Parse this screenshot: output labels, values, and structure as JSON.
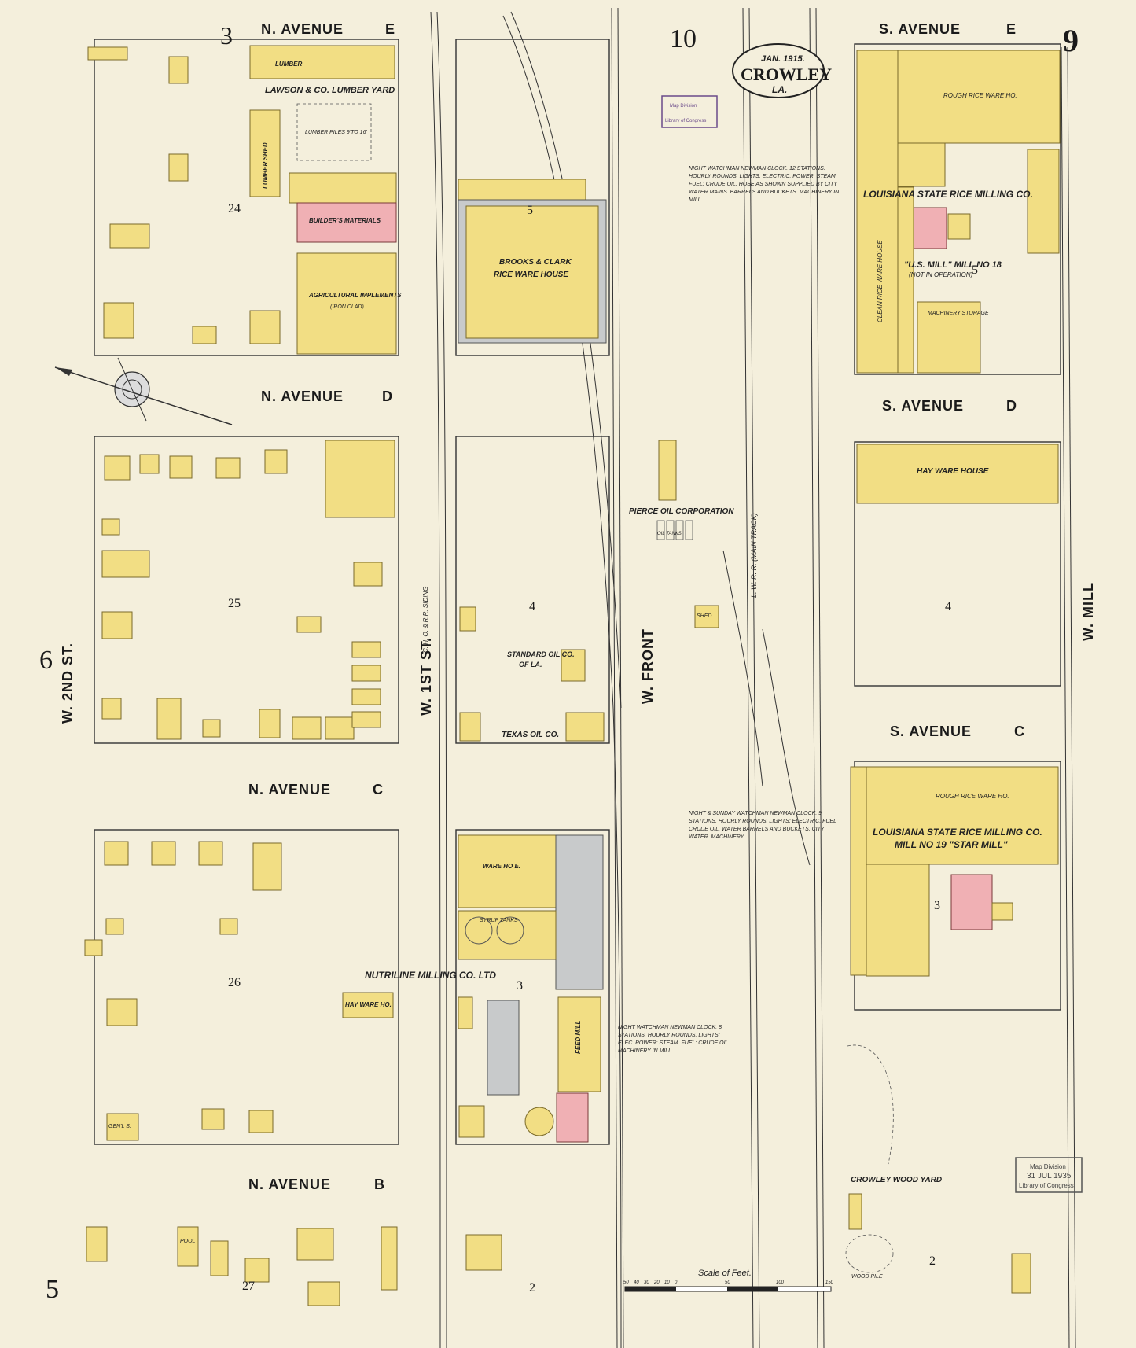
{
  "header": {
    "date": "JAN. 1915.",
    "city": "CROWLEY",
    "state": "LA.",
    "sheet_number": "9",
    "adjacent_sheets": {
      "top_left": "3",
      "top_mid": "10",
      "left": "6",
      "bottom_left": "5"
    }
  },
  "streets": {
    "n_ave_e": "N. AVENUE",
    "n_ave_e_letter": "E",
    "s_ave_e": "S. AVENUE",
    "s_ave_e_letter": "E",
    "n_ave_d": "N. AVENUE",
    "n_ave_d_letter": "D",
    "s_ave_d": "S. AVENUE",
    "s_ave_d_letter": "D",
    "n_ave_c": "N. AVENUE",
    "n_ave_c_letter": "C",
    "s_ave_c": "S. AVENUE",
    "s_ave_c_letter": "C",
    "n_ave_b": "N. AVENUE",
    "n_ave_b_letter": "B",
    "w_2nd": "W. 2ND ST.",
    "w_1st": "W. 1ST ST.",
    "w_front": "W. FRONT",
    "w_mill": "W. MILL",
    "railroad_main": "L. W. R. R. (MAIN TRACK)",
    "railroad_siding": "C. H. O. & R.R. SIDING"
  },
  "blocks": [
    "24",
    "25",
    "26",
    "27",
    "5",
    "4",
    "3",
    "2",
    "5",
    "4",
    "3",
    "2"
  ],
  "buildings": {
    "lawson": "LAWSON & CO. LUMBER YARD",
    "lumber": "LUMBER",
    "lumber_shed": "LUMBER SHED",
    "lumber_piles": "LUMBER PILES 9'TO 16'",
    "builders": "BUILDER'S MATERIALS",
    "agri": "AGRICULTURAL IMPLEMENTS",
    "iron_clad": "(IRON CLAD)",
    "brooks": "BROOKS & CLARK",
    "brooks2": "RICE WARE HOUSE",
    "pierce": "PIERCE OIL CORPORATION",
    "oil_tanks": "OIL TANKS",
    "standard": "STANDARD OIL CO.",
    "standard2": "OF LA.",
    "texas": "TEXAS OIL CO.",
    "nutriline": "NUTRILINE MILLING CO. LTD",
    "hay_ware_w": "HAY WARE HO.",
    "feed_mill": "FEED MILL",
    "ware_ho_e": "WARE HO E.",
    "syrup": "SYRUP TANKS",
    "lsrm1": "LOUISIANA STATE RICE MILLING CO.",
    "us_mill": "\"U.S. MILL\" MILL NO 18",
    "not_op": "(NOT IN OPERATION)",
    "rough_rice": "ROUGH RICE WARE HO.",
    "machinery": "MACHINERY STORAGE",
    "clean_rice": "CLEAN RICE WARE HOUSE",
    "hay_ware_e": "HAY WARE HOUSE",
    "lsrm2": "LOUISIANA STATE RICE MILLING CO.",
    "star_mill": "MILL NO 19 \"STAR MILL\"",
    "rough_rice2": "ROUGH RICE WARE HO.",
    "crowley_wood": "CROWLEY WOOD YARD",
    "wood_pile": "WOOD PILE",
    "shed": "SHED",
    "genl_s": "GEN'L S.",
    "pool": "POOL"
  },
  "notes": {
    "us_mill_note": "NIGHT WATCHMAN NEWMAN CLOCK. 12 STATIONS. HOURLY ROUNDS. LIGHTS: ELECTRIC. POWER: STEAM. FUEL: CRUDE OIL. HOSE AS SHOWN SUPPLIED BY CITY WATER MAINS. BARRELS AND BUCKETS. MACHINERY IN MILL.",
    "star_mill_note": "NIGHT & SUNDAY WATCHMAN NEWMAN CLOCK. 9 STATIONS. HOURLY ROUNDS. LIGHTS: ELECTRIC. FUEL CRUDE OIL. WATER BARRELS AND BUCKETS. CITY WATER. MACHINERY.",
    "nutriline_note": "NIGHT WATCHMAN NEWMAN CLOCK. 8 STATIONS. HOURLY ROUNDS. LIGHTS: ELEC. POWER: STEAM. FUEL: CRUDE OIL. MACHINERY IN MILL."
  },
  "scale": {
    "label": "Scale of Feet.",
    "ticks": [
      "50",
      "40",
      "30",
      "20",
      "10",
      "0",
      "50",
      "100",
      "150"
    ]
  },
  "stamps": {
    "stamp1_line1": "Map Division",
    "stamp1_line2": "Library of Congress",
    "stamp2_line1": "Map Division",
    "stamp2_line2": "31 JUL 1935",
    "stamp2_line3": "Library of Congress"
  }
}
